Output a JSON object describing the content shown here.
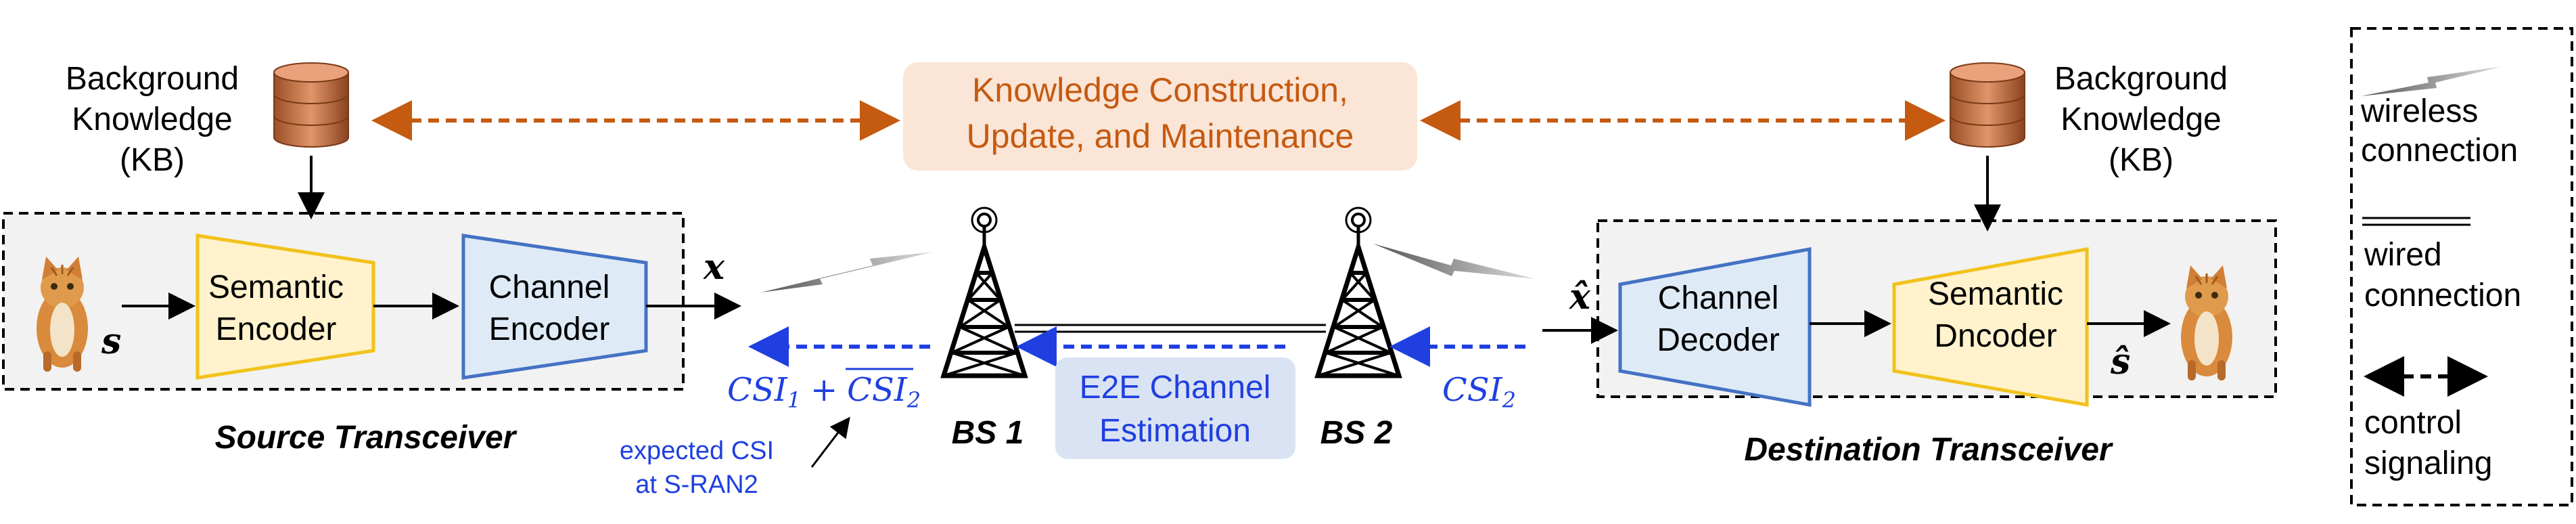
{
  "kb_left": {
    "line1": "Background",
    "line2": "Knowledge",
    "line3": "(KB)"
  },
  "kb_right": {
    "line1": "Background",
    "line2": "Knowledge",
    "line3": "(KB)"
  },
  "knowledge_box": {
    "line1": "Knowledge Construction,",
    "line2": "Update, and Maintenance"
  },
  "source": {
    "semantic_encoder": {
      "line1": "Semantic",
      "line2": "Encoder"
    },
    "channel_encoder": {
      "line1": "Channel",
      "line2": "Encoder"
    },
    "input_symbol": "s",
    "output_symbol": "x",
    "caption": "Source Transceiver"
  },
  "destination": {
    "channel_decoder": {
      "line1": "Channel",
      "line2": "Decoder"
    },
    "semantic_decoder": {
      "line1": "Semantic",
      "line2": "Dncoder"
    },
    "input_symbol": "x̂",
    "output_symbol": "ŝ",
    "caption": "Destination Transceiver"
  },
  "bs1": "BS 1",
  "bs2": "BS 2",
  "csi_left": {
    "a": "CSI",
    "a_sub": "1",
    "plus": "+",
    "b": "CSI",
    "b_sub": "2"
  },
  "csi_right": {
    "a": "CSI",
    "a_sub": "2"
  },
  "expected_csi": {
    "line1": "expected CSI",
    "line2": "at S-RAN2"
  },
  "e2e_box": {
    "line1": "E2E Channel",
    "line2": "Estimation"
  },
  "legend": {
    "wireless": {
      "line1": "wireless",
      "line2": "connection"
    },
    "wired": {
      "line1": "wired",
      "line2": "connection"
    },
    "control": {
      "line1": "control",
      "line2": "signaling"
    }
  },
  "colors": {
    "orange": "#c55a11",
    "blue": "#1f3fe0",
    "semantic_fill": "#fff2cc",
    "semantic_stroke": "#f2c21b",
    "channel_fill": "#deebf7",
    "channel_stroke": "#4472c4",
    "knowledge_fill": "#fbe5d6",
    "e2e_fill": "#dae3f3",
    "panel_fill": "#f2f2f2"
  }
}
